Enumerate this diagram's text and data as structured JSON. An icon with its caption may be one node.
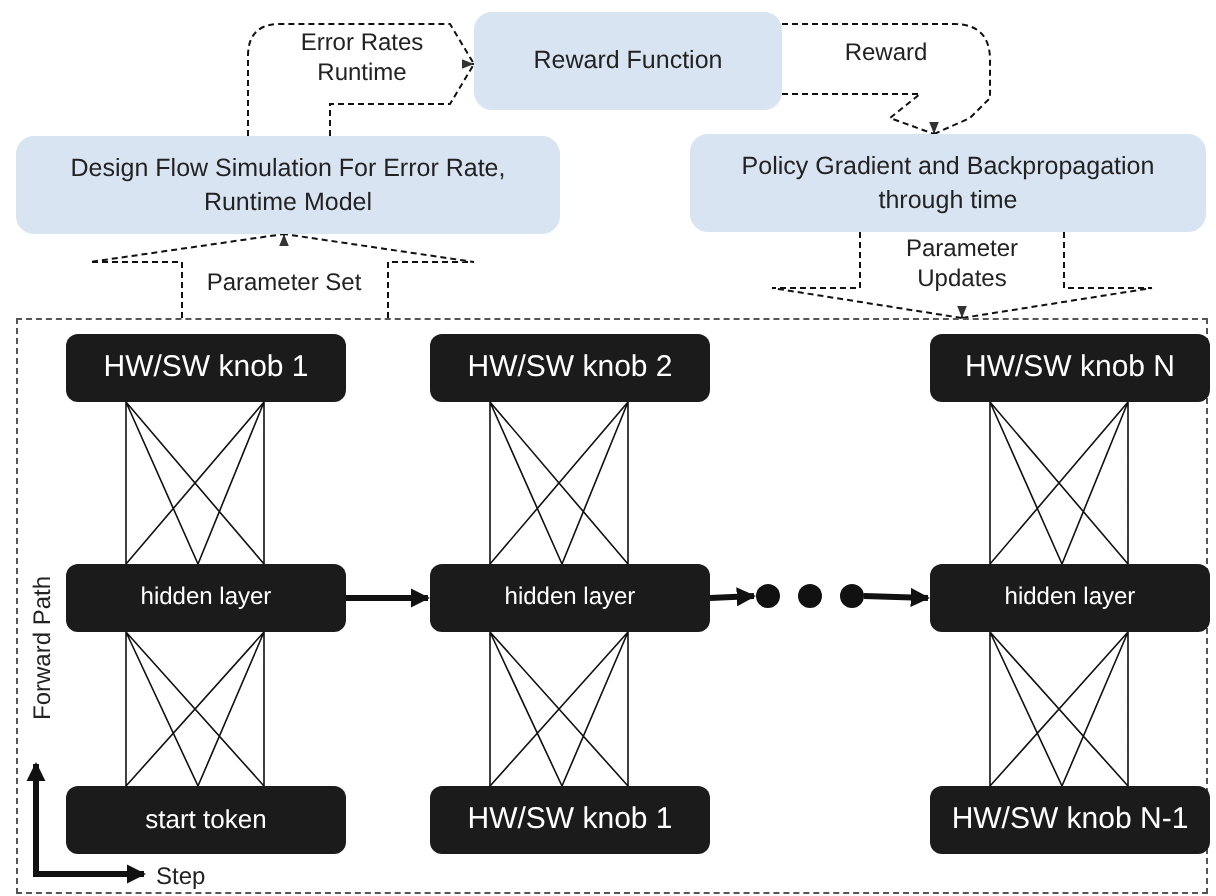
{
  "diagram": {
    "nodes": [
      {
        "text": [
          "Reward Function"
        ]
      },
      {
        "text": [
          "Design Flow Simulation For Error Rate, Runtime Model"
        ]
      },
      {
        "text": [
          "Policy Gradient and Backpropagation through time"
        ]
      },
      {
        "text": [],
        "shape": "box"
      },
      {
        "text": [
          "HW/SW knob 1"
        ],
        "in": 3
      },
      {
        "text": [
          "HW/SW knob 2"
        ],
        "in": 3
      },
      {
        "text": [
          "HW/SW knob N"
        ],
        "in": 3
      },
      {
        "text": [
          "hidden layer"
        ],
        "in": 3
      },
      {
        "text": [
          "hidden layer"
        ],
        "in": 3
      },
      {
        "text": [],
        "shape": "circle",
        "in": 3
      },
      {
        "text": [],
        "shape": "circle",
        "in": 3
      },
      {
        "text": [],
        "shape": "circle",
        "in": 3
      },
      {
        "text": [
          "hidden layer"
        ],
        "in": 3
      },
      {
        "text": [
          "start token"
        ],
        "in": 3
      },
      {
        "text": [
          "HW/SW knob 1"
        ],
        "in": 3
      },
      {
        "text": [
          "HW/SW knob N-1"
        ],
        "in": 3
      }
    ],
    "edges": [
      {
        "from": 1,
        "to": 0,
        "arrow": "to",
        "style": "dashed",
        "label": "Error Rates Runtime"
      },
      {
        "from": 0,
        "to": 2,
        "arrow": "to",
        "style": "dashed",
        "label": "Reward"
      },
      {
        "from": 3,
        "to": 1,
        "arrow": "to",
        "style": "dashed",
        "label": "Parameter Set"
      },
      {
        "from": 2,
        "to": 3,
        "arrow": "to",
        "style": "dashed",
        "label": "Parameter Updates"
      },
      {
        "from": 7,
        "to": 4,
        "arrow": "none"
      },
      {
        "from": 8,
        "to": 5,
        "arrow": "none"
      },
      {
        "from": 12,
        "to": 6,
        "arrow": "none"
      },
      {
        "from": 13,
        "to": 7,
        "arrow": "none"
      },
      {
        "from": 14,
        "to": 8,
        "arrow": "none"
      },
      {
        "from": 15,
        "to": 12,
        "arrow": "none"
      },
      {
        "from": 7,
        "to": 8,
        "arrow": "to",
        "style": "thick"
      },
      {
        "from": 8,
        "to": 9,
        "arrow": "to",
        "style": "thick"
      },
      {
        "from": 11,
        "to": 12,
        "arrow": "to",
        "style": "thick"
      }
    ],
    "labels": [
      "Forward Path",
      "Step"
    ]
  }
}
